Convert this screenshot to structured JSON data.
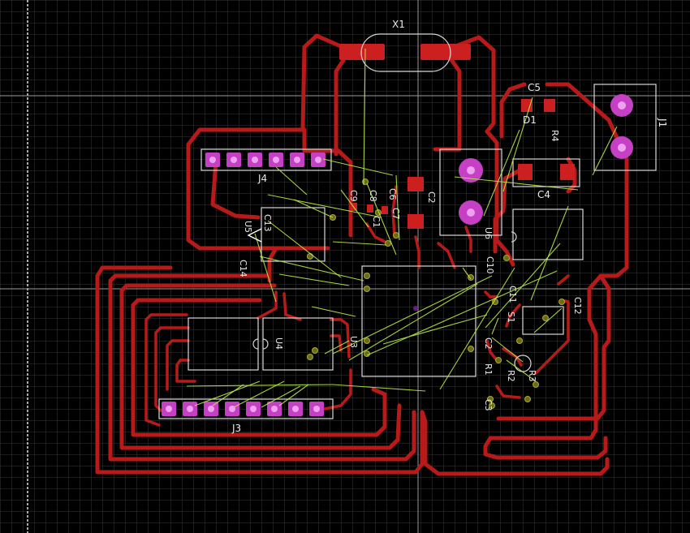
{
  "designators": {
    "x1": "X1",
    "c5": "C5",
    "d1": "D1",
    "r4": "R4",
    "j1": "J1",
    "j4": "J4",
    "c9": "C9",
    "c8": "C8",
    "c6": "C6",
    "c7": "C7",
    "c2": "C2",
    "c1": "C1",
    "c4": "C4",
    "c13": "C13",
    "u5": "U5",
    "c14": "C14",
    "u6": "U6",
    "c10": "C10",
    "c11": "C11",
    "c12": "C12",
    "s1": "S1",
    "u4": "U4",
    "u3": "U3",
    "c2b": "C2",
    "r1": "R1",
    "r2": "R2",
    "r3": "R3",
    "c3": "C3",
    "j3": "J3"
  },
  "colors": {
    "background": "#000000",
    "grid": "#3a3a3a",
    "trace": "#b81a1a",
    "silkscreen": "#d8d8d8",
    "ratsnest": "#b6e84a",
    "through_hole_pad": "#c640c6"
  }
}
